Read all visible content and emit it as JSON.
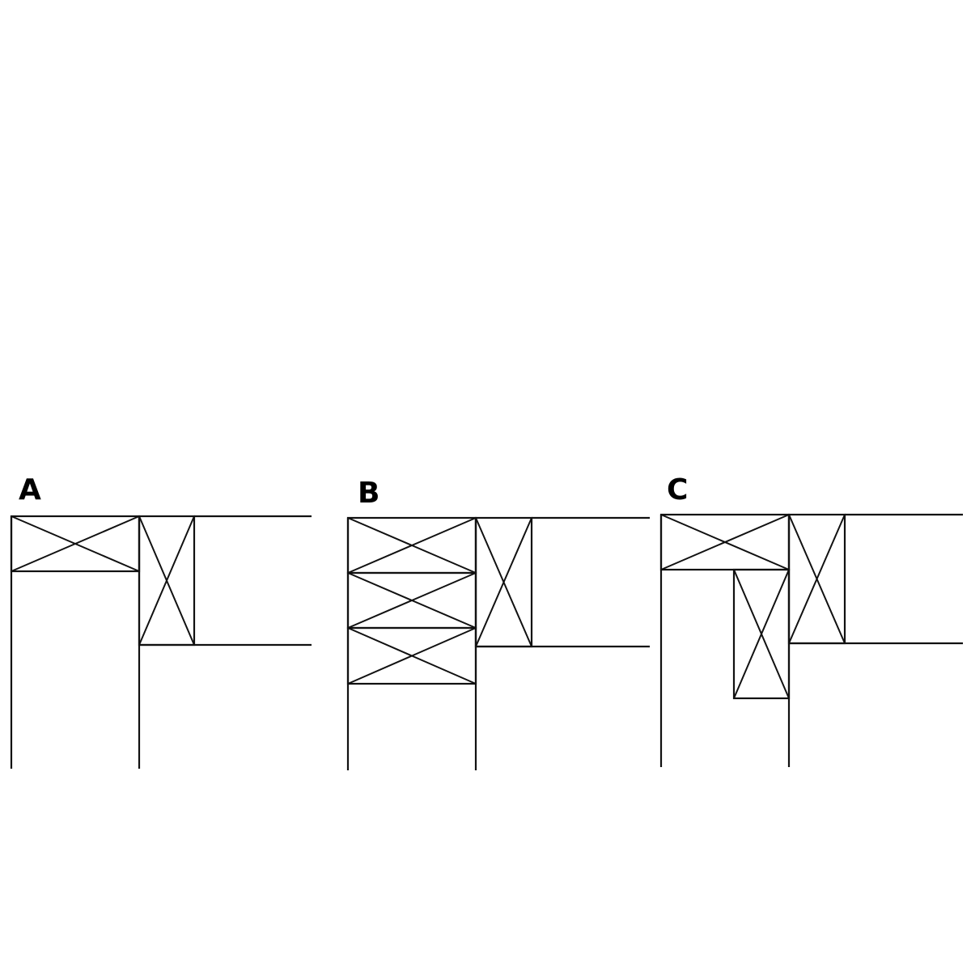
{
  "panels": [
    {
      "label": "A"
    },
    {
      "label": "B"
    },
    {
      "label": "C"
    }
  ],
  "colors": {
    "line": "#111111",
    "background": "#ffffff"
  }
}
